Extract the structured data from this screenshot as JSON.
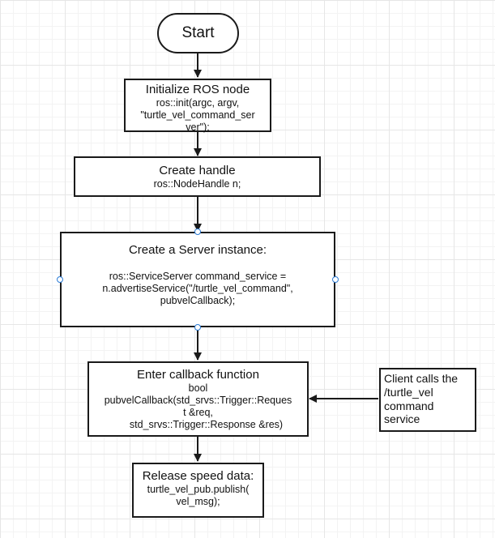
{
  "nodes": {
    "start": {
      "label": "Start"
    },
    "init": {
      "title": "Initialize ROS node",
      "code": [
        "ros::init(argc, argv,",
        "\"turtle_vel_command_ser",
        "ver\");"
      ]
    },
    "handle": {
      "title": "Create handle",
      "code": [
        "ros::NodeHandle n;"
      ]
    },
    "server": {
      "title": "Create a Server instance:",
      "code": [
        "ros::ServiceServer command_service =",
        "n.advertiseService(\"/turtle_vel_command\",",
        "pubvelCallback);"
      ]
    },
    "callback": {
      "title": "Enter callback function",
      "code": [
        "bool",
        "pubvelCallback(std_srvs::Trigger::Reques",
        "t  &req,",
        "std_srvs::Trigger::Response &res)"
      ]
    },
    "release": {
      "title": "Release speed data:",
      "code": [
        "turtle_vel_pub.publish(",
        "vel_msg);"
      ]
    },
    "client": {
      "lines": [
        "Client calls the",
        "/turtle_vel",
        "command",
        "service"
      ]
    }
  }
}
